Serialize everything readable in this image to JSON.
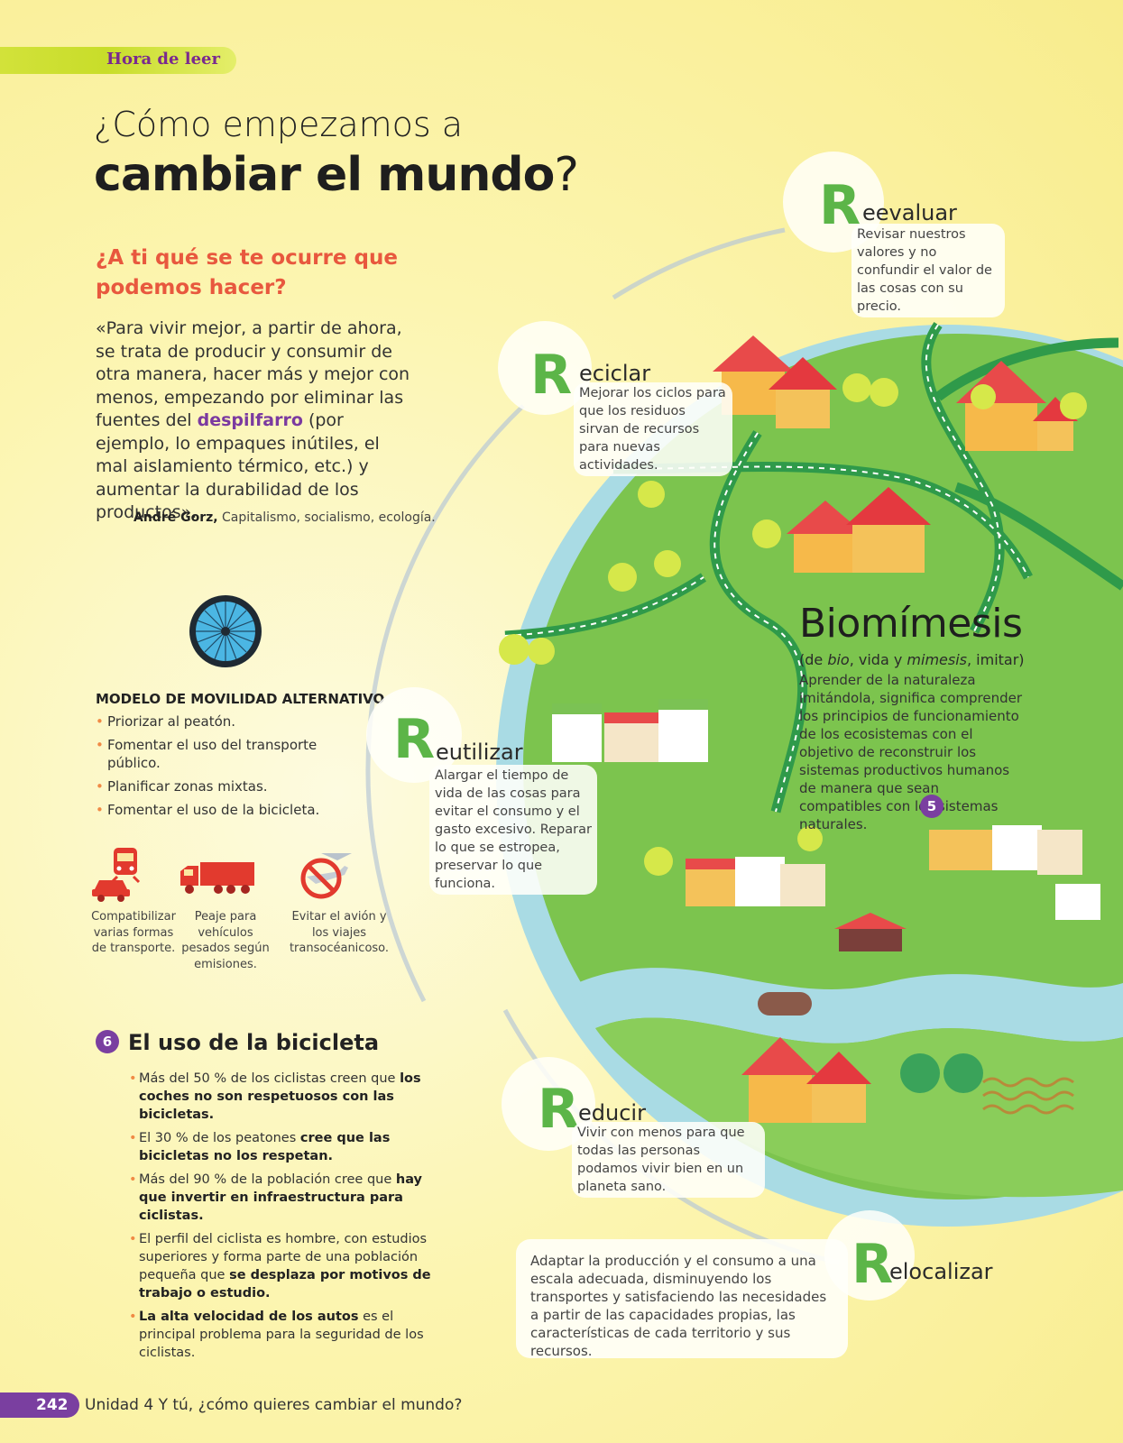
{
  "header": {
    "tag": "Hora de leer"
  },
  "title": {
    "line1": "¿Cómo empezamos a",
    "line2_bold": "cambiar el mundo",
    "line2_end": "?"
  },
  "subheading": "¿A ti qué se te ocurre que podemos hacer?",
  "quote": {
    "before": "«Para vivir mejor, a partir de ahora, se trata de producir y consumir de otra manera, hacer más y mejor con menos, empezando por eliminar las fuentes del ",
    "highlight": "despilfarro",
    "after": " (por ejemplo, lo empaques inútiles, el mal aislamiento térmico, etc.) y aumentar la durabilidad de los productos».",
    "author": "André Gorz,",
    "work": " Capitalismo, socialismo, ecología."
  },
  "mobility": {
    "title": "MODELO DE MOVILIDAD ALTERNATIVO",
    "items": [
      "Priorizar al peatón.",
      "Fomentar el uso del transporte público.",
      "Planificar zonas mixtas.",
      "Fomentar el uso de la bicicleta."
    ],
    "icons": [
      {
        "icon": "train-car-icon",
        "caption": "Compatibilizar varias formas de transporte."
      },
      {
        "icon": "truck-icon",
        "caption": "Peaje para vehículos pesados según emisiones."
      },
      {
        "icon": "no-plane-icon",
        "caption": "Evitar el avión y los viajes transocéanicoso."
      }
    ]
  },
  "bicycle": {
    "number": "6",
    "title": "El uso de la bicicleta",
    "items": [
      {
        "text": "Más del 50 % de los ciclistas creen que ",
        "bold": "los coches no son respetuosos con las bicicletas.",
        "after": ""
      },
      {
        "text": "El 30 % de los peatones ",
        "bold": "cree que las bicicletas no los respetan.",
        "after": ""
      },
      {
        "text": "Más del 90 % de la población cree que ",
        "bold": "hay que invertir en infraestructura para ciclistas.",
        "after": ""
      },
      {
        "text": "El perfil del ciclista es hombre, con estudios superiores y forma parte de una población pequeña que ",
        "bold": "se desplaza por motivos de trabajo o estudio.",
        "after": ""
      },
      {
        "text": "",
        "bold": "La alta velocidad de los autos",
        "after": " es el principal problema para la seguridad de los ciclistas."
      }
    ]
  },
  "rs": {
    "reevaluar": {
      "letter": "R",
      "word": "eevaluar",
      "desc": "Revisar nuestros valores y no confundir el valor de las cosas con su precio."
    },
    "reciclar": {
      "letter": "R",
      "word": "eciclar",
      "desc": "Mejorar los ciclos para que los residuos sirvan de recursos para nuevas actividades."
    },
    "reutilizar": {
      "letter": "R",
      "word": "eutilizar",
      "desc": "Alargar el tiempo de vida de las cosas para evitar el consumo y el gasto excesivo. Reparar lo que se estropea, preservar lo que funciona."
    },
    "reducir": {
      "letter": "R",
      "word": "educir",
      "desc": "Vivir con menos para que todas las personas podamos vivir bien en un planeta sano."
    },
    "relocalizar": {
      "letter": "R",
      "word": "elocalizar",
      "desc": "Adaptar la producción y el consumo a una escala adecuada, disminuyendo los transportes y satisfaciendo las necesidades a partir de las capacidades propias, las características de cada territorio y sus recursos."
    }
  },
  "biomimesis": {
    "title": "Biomímesis",
    "sub_1": "(de ",
    "sub_bio": "bio",
    "sub_2": ", vida y ",
    "sub_mimesis": "mimesis",
    "sub_3": ", imitar)",
    "text": "Aprender de la naturaleza imitándola, significa comprender los principios de funcionamiento de los ecosistemas con el objetivo de reconstruir los sistemas productivos humanos de manera que sean compatibles con los sistemas naturales.",
    "number": "5"
  },
  "footer": {
    "page": "242",
    "unit": "Unidad 4",
    "text": " Y tú, ¿cómo quieres cambiar el mundo?"
  },
  "colors": {
    "accent_purple": "#7a3fa0",
    "heading_orange": "#e8583e",
    "r_green": "#5cb548",
    "tag_lime": "#c8dd2a",
    "land_green": "#7cc44e",
    "water_blue": "#a9dbe4"
  }
}
